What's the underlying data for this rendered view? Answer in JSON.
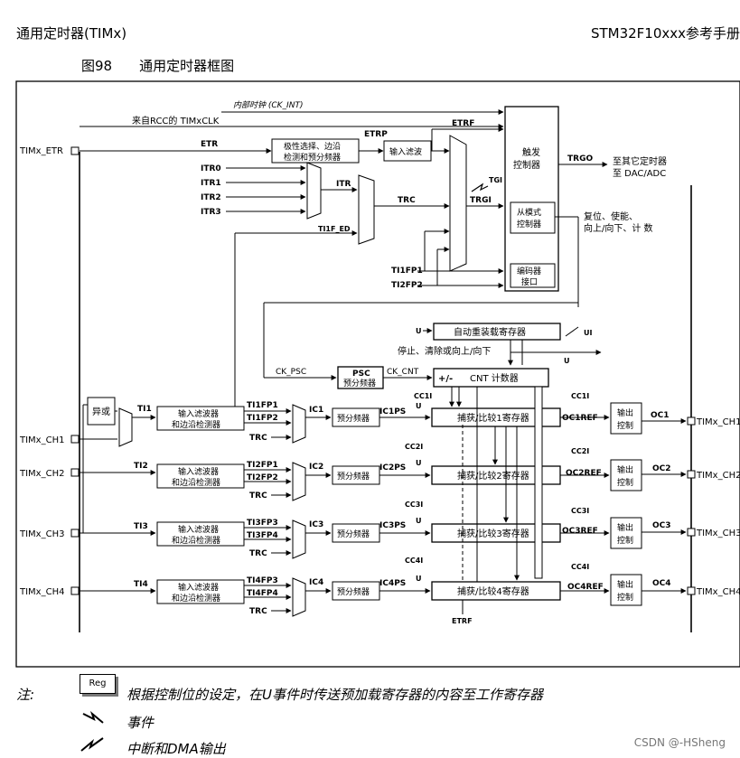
{
  "header": {
    "left": "通用定时器(TIMx)",
    "right": "STM32F10xxx参考手册"
  },
  "caption": "图98　　通用定时器框图",
  "pins": {
    "etr": "TIMx_ETR",
    "ch1": "TIMx_CH1",
    "ch2": "TIMx_CH2",
    "ch3": "TIMx_CH3",
    "ch4": "TIMx_CH4"
  },
  "clock": {
    "ck_int": "内部时钟 (CK_INT)",
    "rcc": "来自RCC的 TIMxCLK"
  },
  "blocks": {
    "etr_filter_1": "极性选择、边沿",
    "etr_filter_2": "检测和预分频器",
    "input_filter": "输入滤波",
    "trigger_1": "触发",
    "trigger_2": "控制器",
    "slave_1": "从模式",
    "slave_2": "控制器",
    "encoder_1": "编码器",
    "encoder_2": "接口",
    "arr": "自动重装载寄存器",
    "psc": "PSC",
    "psc_sub": "预分频器",
    "cnt_sign": "+/-",
    "cnt": "CNT 计数器",
    "xor": "异或",
    "input_filter_edge_1": "输入滤波器",
    "input_filter_edge_2": "和边沿检测器",
    "prescaler": "预分频器",
    "cc1": "捕获/比较1寄存器",
    "cc2": "捕获/比较2寄存器",
    "cc3": "捕获/比较3寄存器",
    "cc4": "捕获/比较4寄存器",
    "out_ctrl_1": "输出",
    "out_ctrl_2": "控制"
  },
  "signals": {
    "etr": "ETR",
    "etrp": "ETRP",
    "etrf": "ETRF",
    "itr0": "ITR0",
    "itr1": "ITR1",
    "itr2": "ITR2",
    "itr3": "ITR3",
    "itr": "ITR",
    "trc": "TRC",
    "tgi": "TGI",
    "trgi": "TRGI",
    "ti1f_ed": "TI1F_ED",
    "ti1fp1": "TI1FP1",
    "ti2fp2": "TI2FP2",
    "trgo": "TRGO",
    "trgo_dest_1": "至其它定时器",
    "trgo_dest_2": "至 DAC/ADC",
    "slave_out_1": "复位、使能、",
    "slave_out_2": "向上/向下、计 数",
    "u": "U",
    "ui": "UI",
    "stop": "停止、清除或向上/向下",
    "ck_psc": "CK_PSC",
    "ck_cnt": "CK_CNT",
    "ti1": "TI1",
    "ti2": "TI2",
    "ti3": "TI3",
    "ti4": "TI4",
    "ti2fp1": "TI2FP1",
    "ti1fp2": "TI1FP2",
    "ti3fp3": "TI3FP3",
    "ti3fp4": "TI3FP4",
    "ti4fp3": "TI4FP3",
    "ti4fp4": "TI4FP4",
    "ic1": "IC1",
    "ic2": "IC2",
    "ic3": "IC3",
    "ic4": "IC4",
    "ic1ps": "IC1PS",
    "ic2ps": "IC2PS",
    "ic3ps": "IC3PS",
    "ic4ps": "IC4PS",
    "cc1i": "CC1I",
    "cc2i": "CC2I",
    "cc3i": "CC3I",
    "cc4i": "CC4I",
    "oc1ref": "OC1REF",
    "oc2ref": "OC2REF",
    "oc3ref": "OC3REF",
    "oc4ref": "OC4REF",
    "oc1": "OC1",
    "oc2": "OC2",
    "oc3": "OC3",
    "oc4": "OC4"
  },
  "notes": {
    "label": "注:",
    "reg": "Reg",
    "reg_desc": "根据控制位的设定，在U事件时传送预加载寄存器的内容至工作寄存器",
    "event": "事件",
    "irq_dma": "中断和DMA输出"
  },
  "watermark": "CSDN @-HSheng"
}
